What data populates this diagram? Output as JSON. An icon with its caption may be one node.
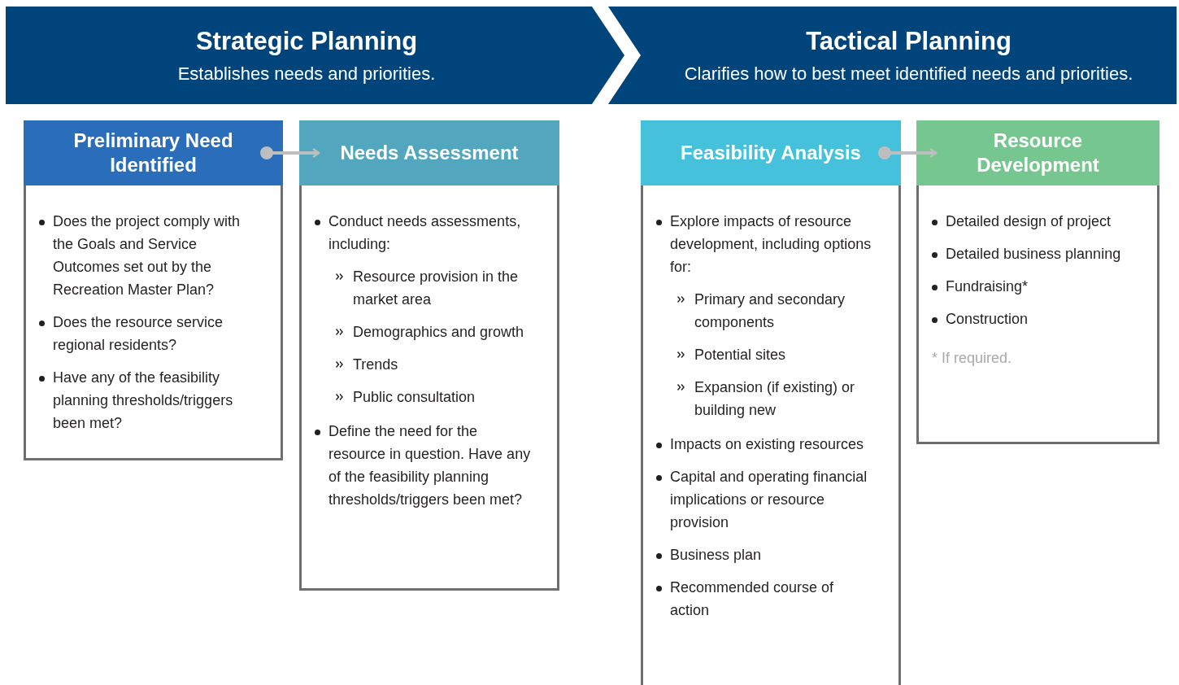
{
  "diagram": {
    "nodes": [
      {
        "text": [
          "Strategic Planning",
          "Establishes needs and priorities."
        ]
      },
      {
        "text": [
          "Tactical Planning",
          "Clarifies how to best meet identified needs and priorities."
        ]
      },
      {
        "text": [
          "Preliminary Need Identified",
          "Does the project comply with the Goals and Service Outcomes set out by the Recreation Master Plan?",
          "Does the resource service regional residents?",
          "Have any of the feasibility planning thresholds/triggers been met?"
        ]
      },
      {
        "text": [
          "Needs Assessment",
          "Conduct needs assessments, including:",
          "Resource provision in the market area",
          "Demographics and growth",
          "Trends",
          "Public consultation",
          "Define the need for the resource in question. Have any of the feasibility planning thresholds/triggers been met?"
        ]
      },
      {
        "text": [
          "Feasibility Analysis",
          "Explore impacts of resource development, including options for:",
          "Primary and secondary components",
          "Potential sites",
          "Expansion (if existing) or building new",
          "Impacts on existing resources",
          "Capital and operating financial implications or resource provision",
          "Business plan",
          "Recommended course of action"
        ]
      },
      {
        "text": [
          "Resource Development",
          "Detailed design of project",
          "Detailed business planning",
          "Fundraising*",
          "Construction",
          "* If required."
        ]
      }
    ],
    "edges": [
      {
        "from": 2,
        "to": 3,
        "arrow": "to"
      },
      {
        "from": 4,
        "to": 5,
        "arrow": "to"
      }
    ]
  }
}
